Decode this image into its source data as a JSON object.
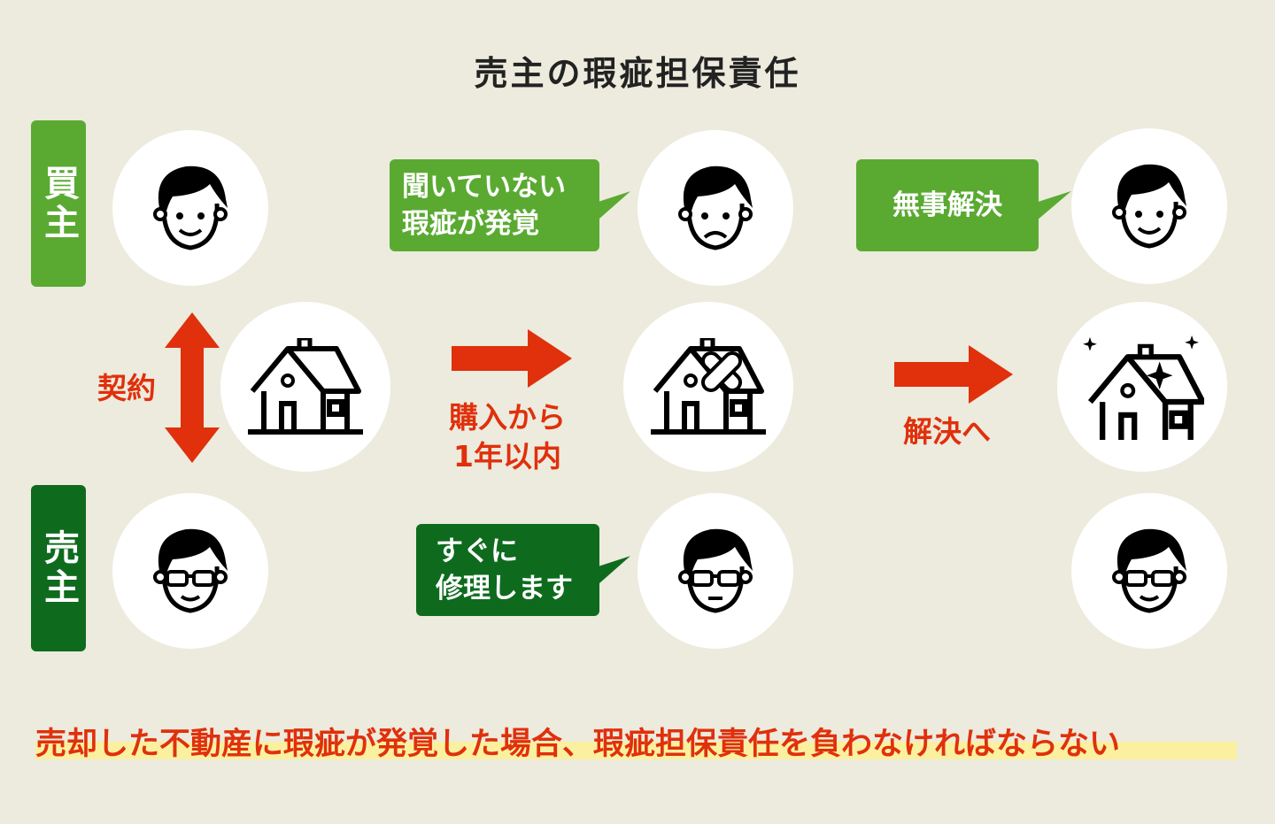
{
  "title": "売主の瑕疵担保責任",
  "roles": {
    "buyer": "買主",
    "seller": "売主"
  },
  "labels": {
    "contract": "契約",
    "within_year_1": "購入から",
    "within_year_2": "1年以内",
    "resolve": "解決へ"
  },
  "bubbles": {
    "defect_1": "聞いていない",
    "defect_2": "瑕疵が発覚",
    "resolved": "無事解決",
    "repair_1": "すぐに",
    "repair_2": "修理します"
  },
  "footer": "売却した不動産に瑕疵が発覚した場合、瑕疵担保責任を負わなければならない",
  "colors": {
    "background": "#ecebdd",
    "light_green": "#5aaa32",
    "dark_green": "#0e6b1e",
    "red": "#e0300c",
    "highlight": "#fbf0a0"
  }
}
